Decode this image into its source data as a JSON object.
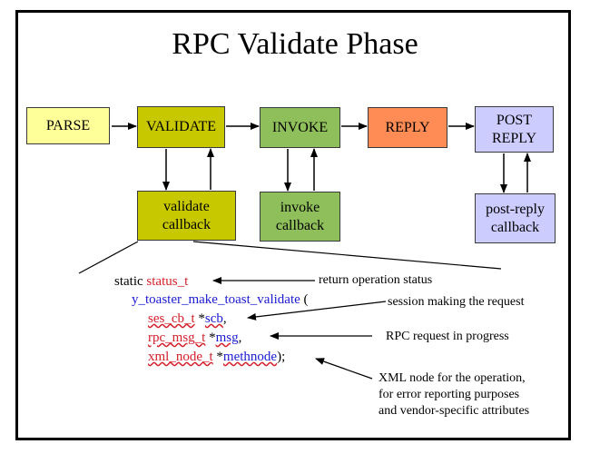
{
  "title": "RPC Validate Phase",
  "phases": [
    {
      "label": "PARSE",
      "color": "#ffff99"
    },
    {
      "label": "VALIDATE",
      "color": "#c8c800"
    },
    {
      "label": "INVOKE",
      "color": "#8fbf5a"
    },
    {
      "label": "REPLY",
      "color": "#ff8c55"
    },
    {
      "label": "POST\nREPLY",
      "color": "#ccccff"
    }
  ],
  "callbacks": [
    {
      "label": "validate\ncallback",
      "color": "#c8c800"
    },
    {
      "label": "invoke\ncallback",
      "color": "#8fbf5a"
    },
    {
      "label": "post-reply\ncallback",
      "color": "#ccccff"
    }
  ],
  "code": {
    "static": "static",
    "return_type": "status_t",
    "function_name": "y_toaster_make_toast_validate",
    "open_paren": "(",
    "param1_type": "ses_cb_t",
    "param1_star": "*",
    "param1_name": "scb",
    "param1_sep": ",",
    "param2_type": "rpc_msg_t",
    "param2_star": "*",
    "param2_name": "msg",
    "param2_sep": ",",
    "param3_type": "xml_node_t",
    "param3_star": "*",
    "param3_name": "methnode",
    "close": ");"
  },
  "notes": {
    "return_status": "return operation status",
    "session": "session making the request",
    "rpc_request": "RPC request in progress",
    "xml_node": "XML node for the operation,\nfor error reporting purposes\nand vendor-specific attributes"
  }
}
